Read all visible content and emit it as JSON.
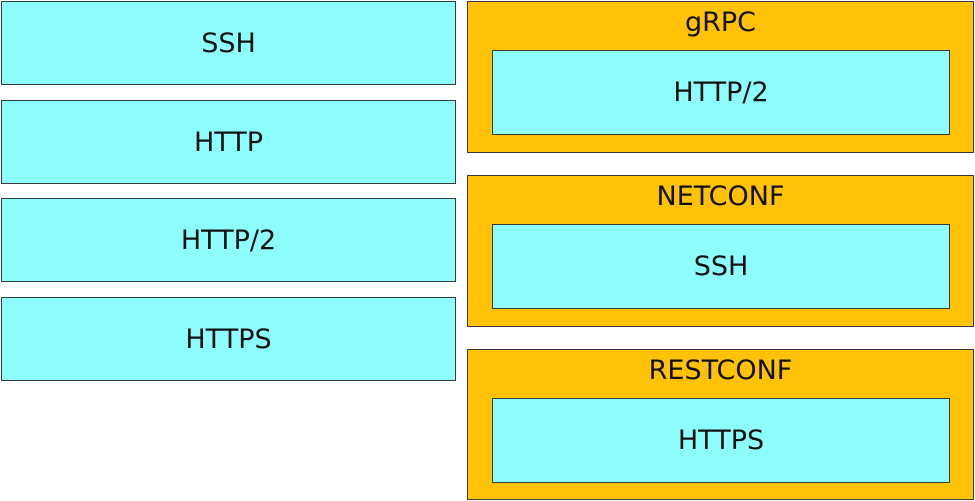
{
  "diagram": {
    "left_column": [
      {
        "label": "SSH"
      },
      {
        "label": "HTTP"
      },
      {
        "label": "HTTP/2"
      },
      {
        "label": "HTTPS"
      }
    ],
    "right_column": [
      {
        "protocol": "gRPC",
        "transport": "HTTP/2"
      },
      {
        "protocol": "NETCONF",
        "transport": "SSH"
      },
      {
        "protocol": "RESTCONF",
        "transport": "HTTPS"
      }
    ],
    "colors": {
      "transport_fill": "#8dfcfd",
      "protocol_fill": "#ffc207",
      "border": "#3a3a3a"
    }
  }
}
